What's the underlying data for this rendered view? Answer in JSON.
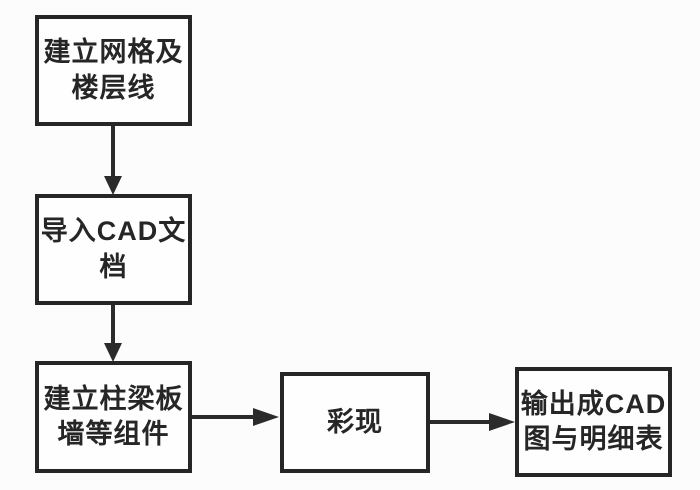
{
  "diagram": {
    "type": "flowchart",
    "colors": {
      "background": "#fcfcfc",
      "box_fill": "#fefefe",
      "line": "#2b2b2b",
      "text": "#262626"
    },
    "nodes": [
      {
        "id": "create-grid-floorlines",
        "label": "建立网格及\n楼层线"
      },
      {
        "id": "import-cad-document",
        "label": "导入CAD文\n档"
      },
      {
        "id": "create-components",
        "label": "建立柱梁板\n墙等组件"
      },
      {
        "id": "render",
        "label": "彩现"
      },
      {
        "id": "output-cad-schedule",
        "label": "输出成CAD\n图与明细表"
      }
    ],
    "connectors": [
      {
        "from": "create-grid-floorlines",
        "to": "import-cad-document",
        "direction": "down"
      },
      {
        "from": "import-cad-document",
        "to": "create-components",
        "direction": "down"
      },
      {
        "from": "create-components",
        "to": "render",
        "direction": "right"
      },
      {
        "from": "render",
        "to": "output-cad-schedule",
        "direction": "right"
      }
    ]
  }
}
